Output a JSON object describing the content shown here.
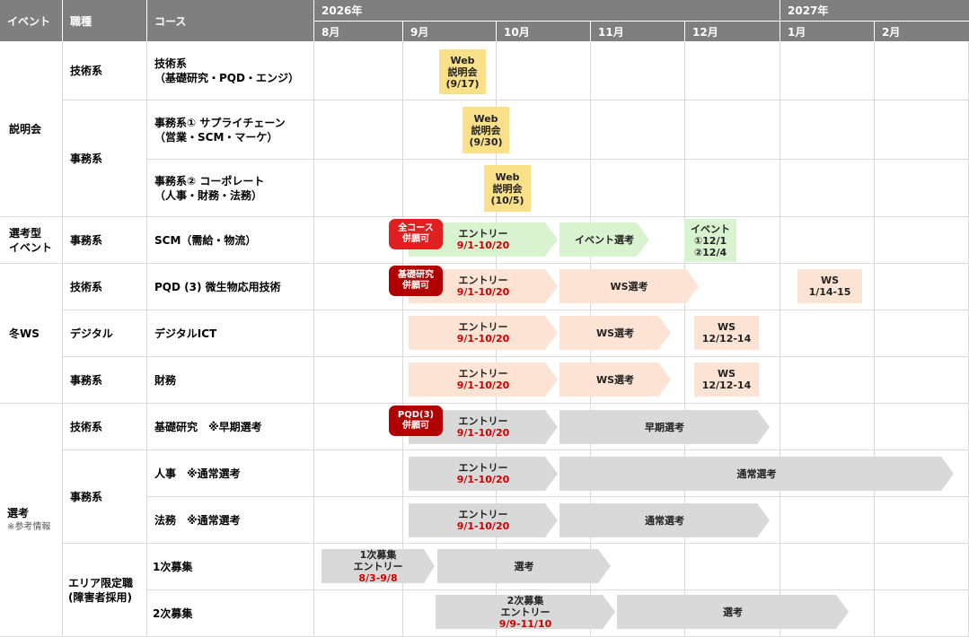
{
  "header": {
    "event": "イベント",
    "job": "職種",
    "course": "コース",
    "year_2026": "2026年",
    "year_2027": "2027年",
    "months": [
      "8月",
      "9月",
      "10月",
      "11月",
      "12月",
      "1月",
      "2月"
    ]
  },
  "labels": {
    "event_setsumeikai": "説明会",
    "event_senkou_1": "選考型",
    "event_senkou_2": "イベント",
    "event_ws": "冬WS",
    "event_select": "選考",
    "event_select_note": "※参考情報",
    "job_gijutsu_1": "技術系",
    "job_jimu_1": "事務系",
    "job_jimu_2": "事務系",
    "job_gijutsu_2": "技術系",
    "job_digital": "デジタル",
    "job_jimu_3": "事務系",
    "job_gijutsu_3": "技術系",
    "job_jimu_4": "事務系",
    "job_area_1": "エリア限定職",
    "job_area_2": "(障害者採用)",
    "course_gijutsu_1": "技術系",
    "course_gijutsu_2": "（基礎研究・PQD・エンジ）",
    "course_jimu1_1": "事務系① サプライチェーン",
    "course_jimu1_2": "（営業・SCM・マーケ）",
    "course_jimu2_1": "事務系② コーポレート",
    "course_jimu2_2": "（人事・財務・法務）",
    "course_scm": "SCM（需給・物流）",
    "course_pqd": "PQD (3) 微生物応用技術",
    "course_ict": "デジタルICT",
    "course_zaimu": "財務",
    "course_kiso": "基礎研究　※早期選考",
    "course_jinji": "人事　※通常選考",
    "course_houmu": "法務　※通常選考",
    "course_boshu1": "1次募集",
    "course_boshu2": "2次募集"
  },
  "items": {
    "web1": [
      "Web",
      "説明会",
      "(9/17)"
    ],
    "web2": [
      "Web",
      "説明会",
      "(9/30)"
    ],
    "web3": [
      "Web",
      "説明会",
      "(10/5)"
    ],
    "scm_badge": [
      "全コース",
      "併願可"
    ],
    "scm_entry": [
      "エントリー",
      "9/1-10/20"
    ],
    "scm_select": "イベント選考",
    "scm_event": [
      "イベント",
      "①12/1",
      "②12/4"
    ],
    "pqd_badge": [
      "基礎研究",
      "併願可"
    ],
    "pqd_entry": [
      "エントリー",
      "9/1-10/20"
    ],
    "pqd_select": "WS選考",
    "pqd_ws": [
      "WS",
      "1/14-15"
    ],
    "ict_entry": [
      "エントリー",
      "9/1-10/20"
    ],
    "ict_select": "WS選考",
    "ict_ws": [
      "WS",
      "12/12-14"
    ],
    "zaimu_entry": [
      "エントリー",
      "9/1-10/20"
    ],
    "zaimu_select": "WS選考",
    "zaimu_ws": [
      "WS",
      "12/12-14"
    ],
    "kiso_badge": [
      "PQD(3)",
      "併願可"
    ],
    "kiso_entry": [
      "エントリー",
      "9/1-10/20"
    ],
    "kiso_select": "早期選考",
    "jinji_entry": [
      "エントリー",
      "9/1-10/20"
    ],
    "jinji_select": "通常選考",
    "houmu_entry": [
      "エントリー",
      "9/1-10/20"
    ],
    "houmu_select": "通常選考",
    "b1_entry": [
      "1次募集",
      "エントリー",
      "8/3-9/8"
    ],
    "b1_select": "選考",
    "b2_entry": [
      "2次募集",
      "エントリー",
      "9/9-11/10"
    ],
    "b2_select": "選考"
  },
  "colors": {
    "header": "#7f7f7f",
    "web_box": "#fbe08a",
    "green": "#d9f2d0",
    "peach": "#fce3d4",
    "gray": "#d9d9d9",
    "badge_red": "#e02020",
    "badge_dark": "#b00000",
    "date_red": "#d00000"
  }
}
